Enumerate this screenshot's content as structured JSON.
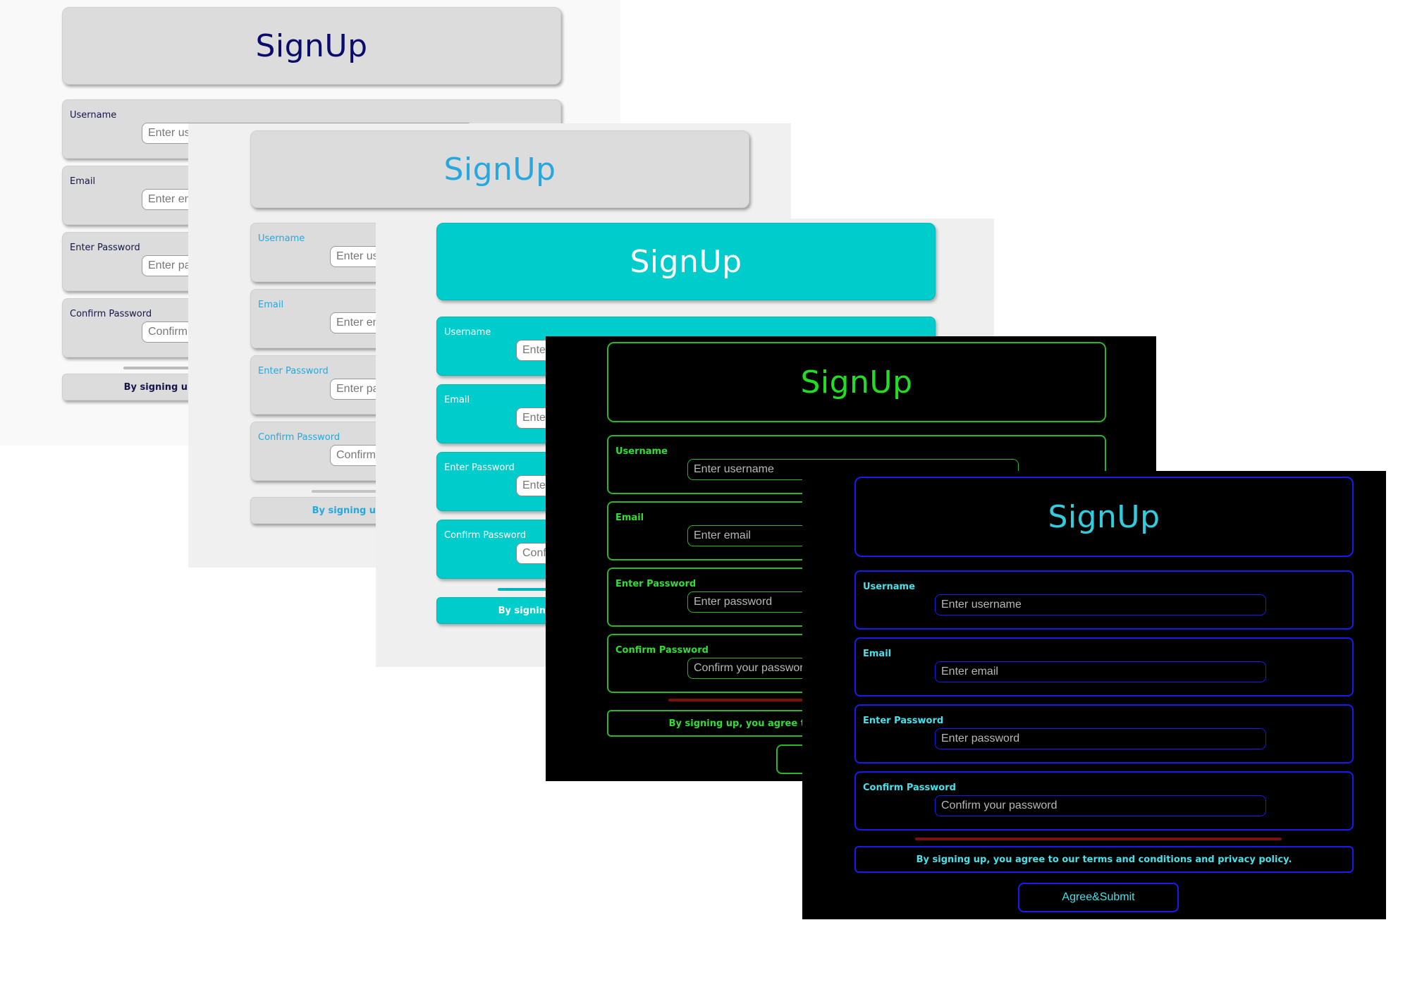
{
  "form": {
    "title": "SignUp",
    "fields": [
      {
        "label": "Username",
        "placeholder": "Enter username",
        "value": ""
      },
      {
        "label": "Email",
        "placeholder": "Enter email",
        "value": ""
      },
      {
        "label": "Enter Password",
        "placeholder": "Enter password",
        "value": ""
      },
      {
        "label": "Confirm Password",
        "placeholder": "Confirm your password",
        "value": ""
      }
    ],
    "terms": "By signing up, you agree to our terms and conditions and privacy policy.",
    "submit_label": "Agree&Submit"
  },
  "themes": {
    "light_navy": {
      "background": "#f9f9f9",
      "card": "#dcdcdc",
      "accent": "#0b0b6e"
    },
    "light_sky": {
      "background": "#f0f0f0",
      "card": "#dcdcdc",
      "accent": "#27a7de"
    },
    "teal": {
      "background": "#efefef",
      "card": "#00cccc",
      "accent": "#ffffff"
    },
    "dark_green": {
      "background": "#000000",
      "border": "#2bb52b",
      "accent": "#22dd22"
    },
    "dark_blue": {
      "background": "#000000",
      "border": "#1a1aee",
      "accent": "#33ccdd"
    }
  }
}
